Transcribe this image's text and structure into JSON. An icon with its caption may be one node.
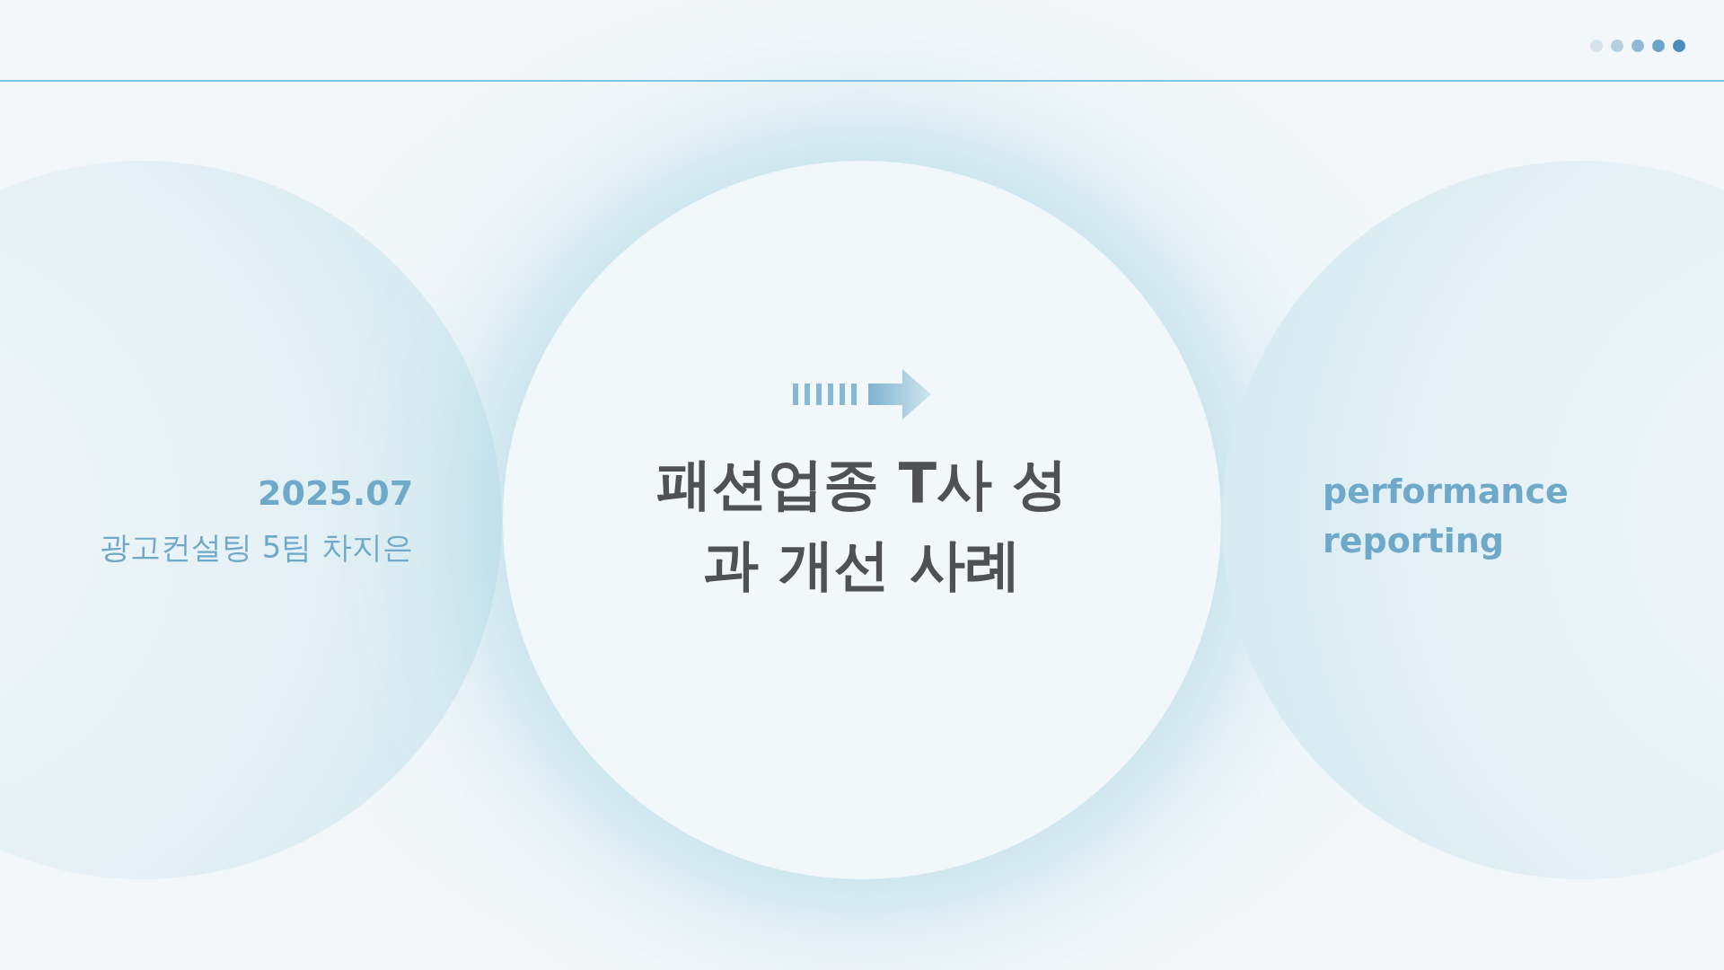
{
  "diagram": {
    "nodes": [
      {
        "text": [
          "2025.07",
          "광고컨설팅 5팀 차지은"
        ]
      },
      {
        "text": [
          "패션업종 T사 성과 개선 사례"
        ]
      },
      {
        "text": [
          "performance reporting"
        ]
      }
    ]
  }
}
